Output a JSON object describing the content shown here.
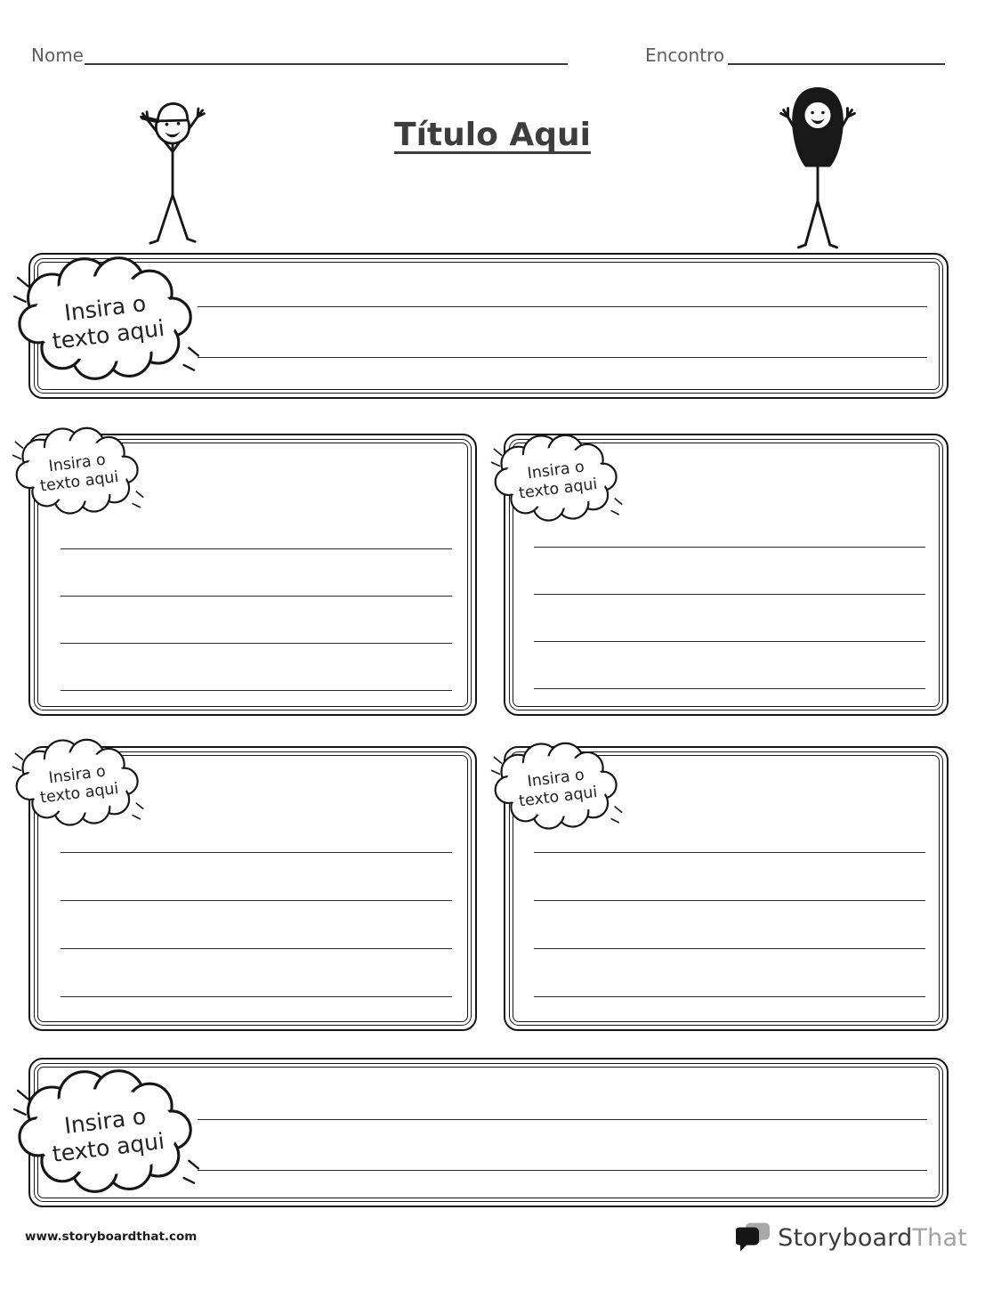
{
  "colors": {
    "ink": "#1a1a1a",
    "label_gray": "#5f5f5f",
    "title_gray": "#3d3d3d",
    "logo_gray": "#a2a2a2"
  },
  "header": {
    "name_label": "Nome",
    "date_label": "Encontro"
  },
  "title": "Título Aqui",
  "bubble": {
    "line1": "Insira o",
    "line2": "texto aqui"
  },
  "boxes": [
    {
      "id": "top-full",
      "writing_lines": 2
    },
    {
      "id": "middle-left",
      "writing_lines": 4
    },
    {
      "id": "middle-right",
      "writing_lines": 4
    },
    {
      "id": "lower-left",
      "writing_lines": 4
    },
    {
      "id": "lower-right",
      "writing_lines": 4
    },
    {
      "id": "bottom-full",
      "writing_lines": 2
    }
  ],
  "icons": {
    "cloud": "burst-cloud-bubble",
    "boy": "stick-figure-boy-with-cap",
    "girl": "stick-figure-girl",
    "logo": "speech-bubbles-logo"
  },
  "footer": {
    "website": "www.storyboardthat.com",
    "logo_storyboard": "Storyboard",
    "logo_that": "That"
  }
}
